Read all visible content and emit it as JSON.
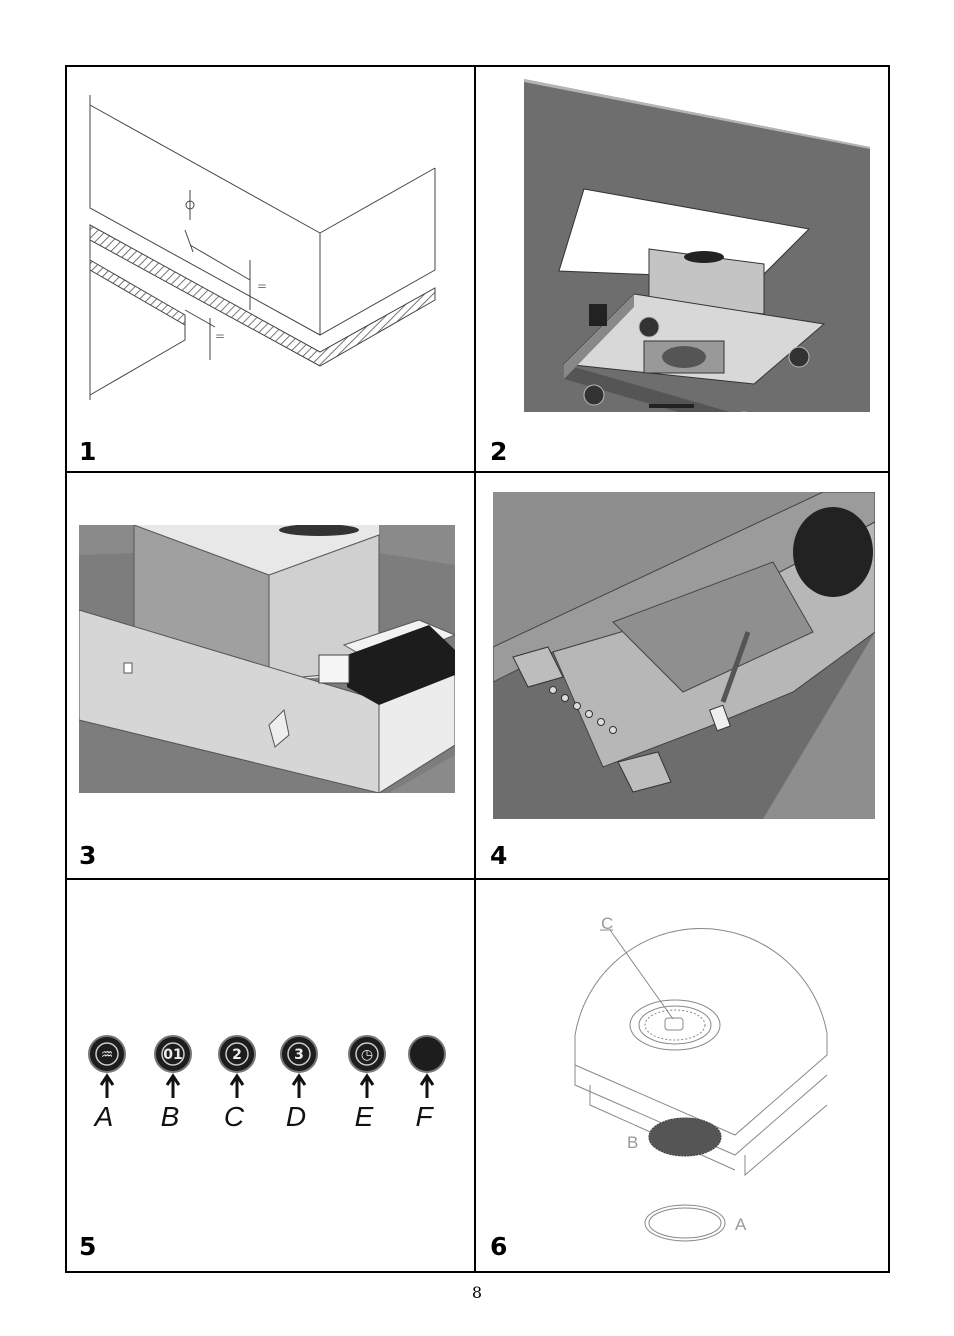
{
  "cells": [
    {
      "number": "1",
      "figure": "ceiling-mounting-lines-drawing"
    },
    {
      "number": "2",
      "figure": "hood-insertion-into-ceiling-render"
    },
    {
      "number": "3",
      "figure": "hood-body-with-electrical-box-render"
    },
    {
      "number": "4",
      "figure": "hood-frame-and-lights-render"
    },
    {
      "number": "5",
      "figure": "control-buttons"
    },
    {
      "number": "6",
      "figure": "light-and-filter-detail-drawing"
    }
  ],
  "controls": {
    "buttons": [
      {
        "letter": "A",
        "symbol": "♒",
        "icon": "light-icon"
      },
      {
        "letter": "B",
        "symbol": "01",
        "icon": "power-speed-1-icon"
      },
      {
        "letter": "C",
        "symbol": "2",
        "icon": "speed-2-icon"
      },
      {
        "letter": "D",
        "symbol": "3",
        "icon": "speed-3-icon"
      },
      {
        "letter": "E",
        "symbol": "◷",
        "icon": "timer-icon"
      },
      {
        "letter": "F",
        "symbol": "",
        "icon": "blank-button-icon"
      }
    ]
  },
  "detail_labels": {
    "a": "A",
    "b": "B",
    "c": "C"
  },
  "page_number": "8"
}
